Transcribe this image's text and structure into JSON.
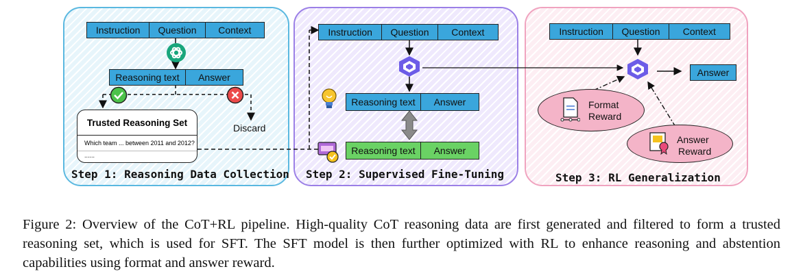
{
  "steps": {
    "step1": "Step 1: Reasoning Data Collection",
    "step2": "Step 2: Supervised Fine-Tuning",
    "step3": "Step 3: RL Generalization"
  },
  "input_row": [
    "Instruction",
    "Question",
    "Context"
  ],
  "output_row": [
    "Reasoning text",
    "Answer"
  ],
  "trusted_set": {
    "title": "Trusted Reasoning Set",
    "example": "Which team ... between 2011 and 2012?",
    "ellipsis": "......"
  },
  "discard": "Discard",
  "answer_box": "Answer",
  "rewards": {
    "format": [
      "Format",
      "Reward"
    ],
    "answer": [
      "Answer",
      "Reward"
    ]
  },
  "caption": "Figure 2: Overview of the CoT+RL pipeline. High-quality CoT reasoning data are first generated and filtered to form a trusted reasoning set, which is used for SFT. The SFT model is then further optimized with RL to enhance reasoning and abstention capabilities using format and answer reward.",
  "colors": {
    "panel1": "#5ab8e0",
    "panel2": "#9b7fe6",
    "panel3": "#f0a3bf",
    "blue_cell": "#3aa6dc",
    "green_cell": "#6ad264",
    "reward_bubble": "#f4b4c8"
  },
  "icons": [
    "chatgpt-logo-icon",
    "model-logo-icon",
    "check-icon",
    "cross-icon",
    "lightbulb-icon",
    "certified-data-icon",
    "document-icon",
    "certificate-icon"
  ]
}
